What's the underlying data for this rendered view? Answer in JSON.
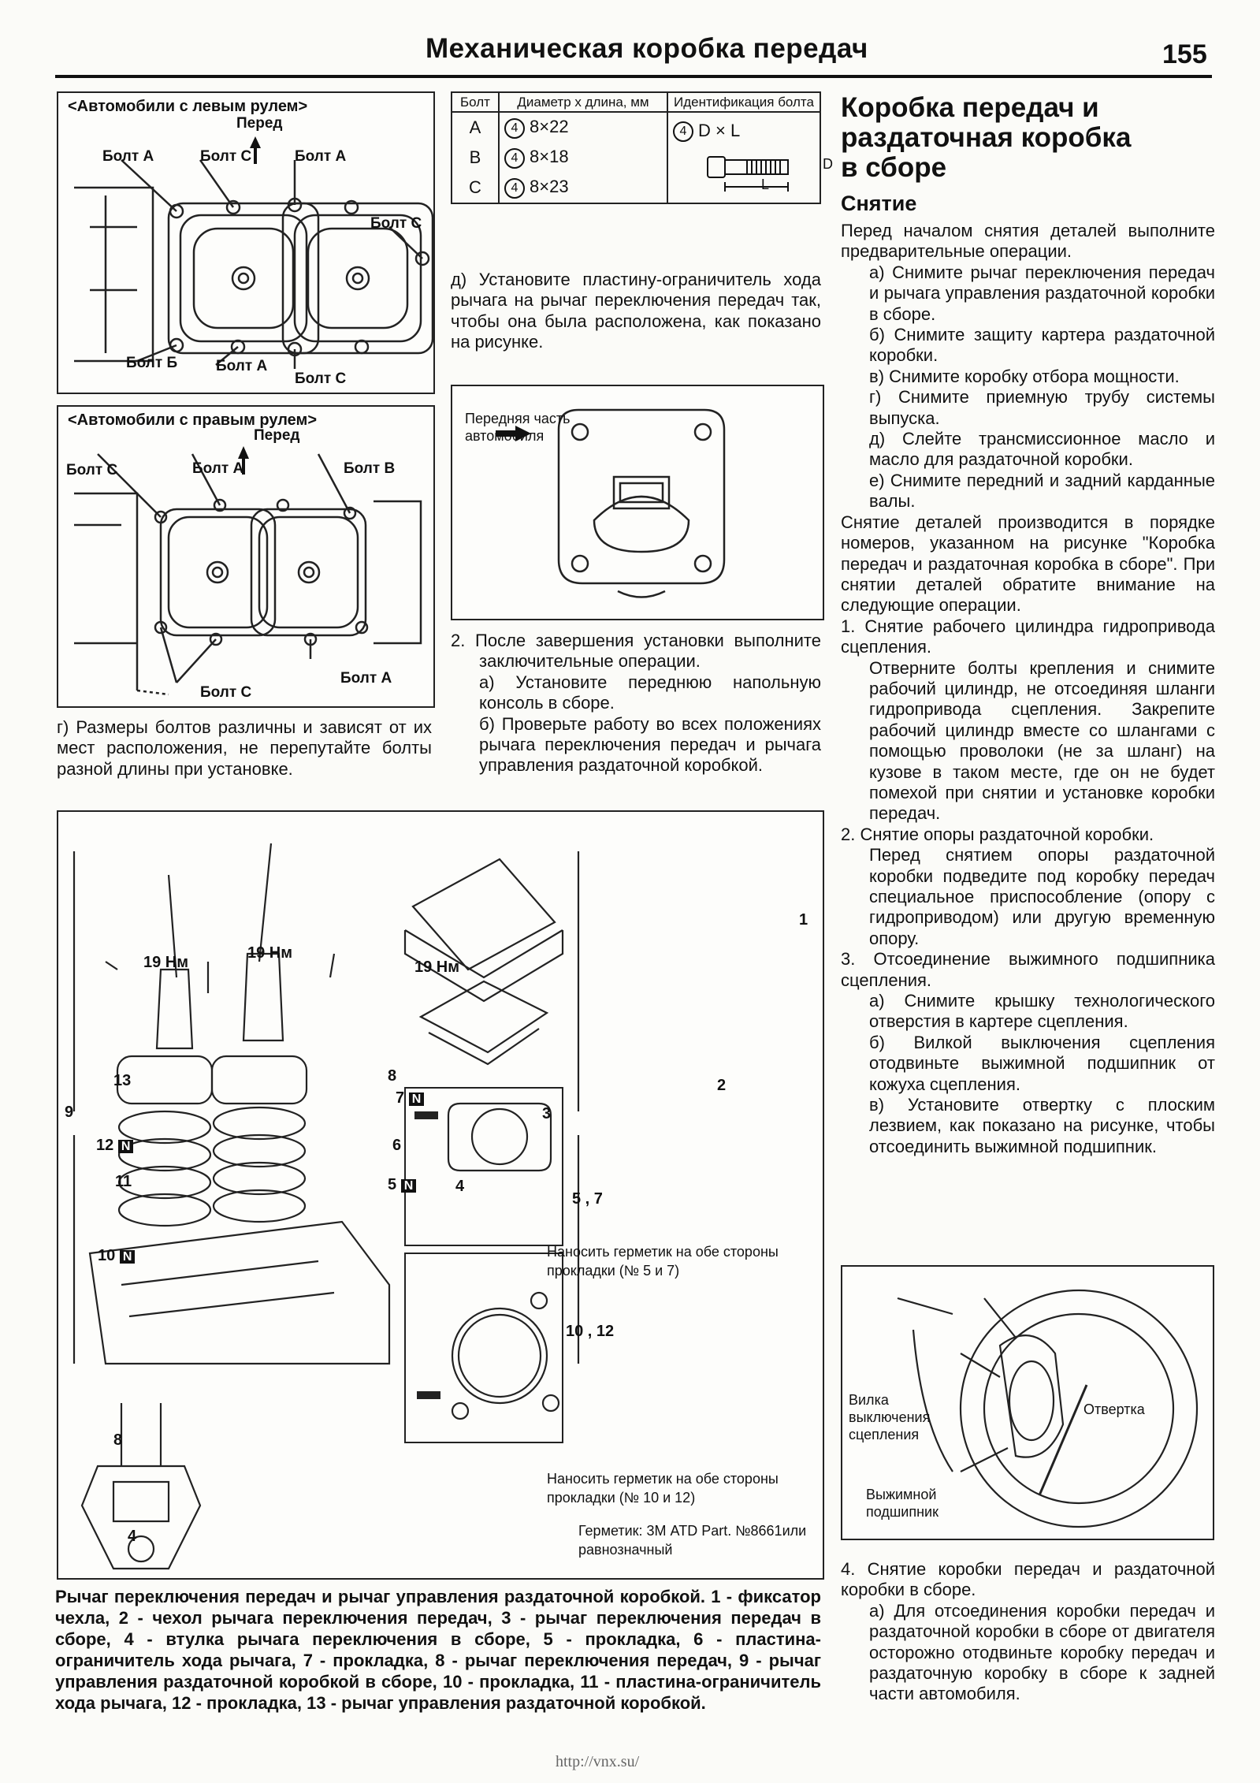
{
  "header": {
    "title": "Механическая коробка передач",
    "page_number": "155"
  },
  "fig_left_drive": {
    "title": "<Автомобили с левым рулем>",
    "front": "Перед",
    "labels": {
      "bolt_a1": "Болт А",
      "bolt_c1": "Болт С",
      "bolt_a2": "Болт А",
      "bolt_c2": "Болт С",
      "bolt_b": "Болт Б",
      "bolt_a3": "Болт А",
      "bolt_c3": "Болт С"
    }
  },
  "fig_right_drive": {
    "title": "<Автомобили с правым рулем>",
    "front": "Перед",
    "labels": {
      "bolt_c1": "Болт С",
      "bolt_a1": "Болт А",
      "bolt_b": "Болт В",
      "bolt_c2": "Болт С",
      "bolt_a2": "Болт А"
    }
  },
  "col1_text": "г) Размеры болтов различны и зависят от их мест расположения, не перепутайте болты разной длины при установке.",
  "bolt_table": {
    "headers": [
      "Болт",
      "Диаметр х длина, мм",
      "Идентификация болта"
    ],
    "rows": [
      {
        "bolt": "A",
        "num": "4",
        "size": "8×22"
      },
      {
        "bolt": "B",
        "num": "4",
        "size": "8×18"
      },
      {
        "bolt": "C",
        "num": "4",
        "size": "8×23"
      }
    ],
    "ident_num": "4",
    "ident_text": "D × L",
    "ident_d": "D",
    "ident_l": "L"
  },
  "col2_text_d": "д) Установите пластину-ограничитель хода рычага на рычаг переключения передач так, чтобы она была расположена, как показано на рисунке.",
  "fig_plate": {
    "label": "Передняя часть автомобиля"
  },
  "col2_after": {
    "p1": "2. После завершения установки выполните заключительные операции.",
    "p2": "а) Установите переднюю напольную консоль в сборе.",
    "p3": "б) Проверьте работу во всех положениях рычага переключения передач и рычага управления раздаточной коробкой."
  },
  "exploded": {
    "torque1": "19 Нм",
    "torque2": "19 Нм",
    "torque3": "19 Нм",
    "n9": "9",
    "n13": "13",
    "n12": "12",
    "n11": "11",
    "n10": "10",
    "n8": "8",
    "n7": "7",
    "n6": "6",
    "n5": "5",
    "n4": "4",
    "n3": "3",
    "n1": "1",
    "n2": "2",
    "badge": "N",
    "n57": "5 , 7",
    "n1012": "10 , 12",
    "n8b": "8",
    "n4b": "4",
    "sealant1": "Наносить герметик на обе стороны прокладки (№ 5 и 7)",
    "sealant2": "Наносить герметик на обе стороны прокладки (№ 10 и 12)",
    "sealant_spec": "Герметик: 3М ATD Part. №8661или равнозначный"
  },
  "caption": {
    "title": "Рычаг переключения передач и рычаг управления раздаточной коробкой.",
    "body": "1 - фиксатор чехла, 2 - чехол рычага переключения передач, 3 - рычаг переключения передач в сборе, 4 - втулка рычага переключения в сборе, 5 - прокладка, 6 - пластина-ограничитель хода рычага, 7 - прокладка, 8 - рычаг переключения передач, 9 - рычаг управления раздаточной коробкой в сборе, 10 - прокладка, 11 - пластина-ограничитель хода рычага, 12 - прокладка, 13 - рычаг управления раздаточной коробкой."
  },
  "right_col": {
    "heading": "Коробка передач и раздаточная коробка в сборе",
    "subheading": "Снятие",
    "intro": "Перед началом снятия деталей выполните предварительные операции.",
    "steps": [
      "а) Снимите рычаг переключения передач и рычага управления раздаточной коробки в сборе.",
      "б) Снимите защиту картера раздаточной коробки.",
      "в) Снимите коробку отбора мощности.",
      "г) Снимите приемную трубу системы выпуска.",
      "д) Слейте трансмиссионное масло и масло для раздаточной коробки.",
      "е) Снимите передний и задний карданные валы."
    ],
    "order": "Снятие деталей производится в порядке номеров, указанном на рисунке \"Коробка передач и раздаточная коробка в сборе\". При снятии деталей обратите внимание на следующие операции.",
    "s1": "1. Снятие рабочего цилиндра гидропривода сцепления.",
    "s1_text": "Отверните болты крепления и снимите рабочий цилиндр, не отсоединяя шланги гидропривода сцепления. Закрепите рабочий цилиндр вместе со шлангами с помощью проволоки (не за шланг) на кузове в таком месте, где он не будет помехой при снятии и установке коробки передач.",
    "s2": "2. Снятие опоры раздаточной коробки.",
    "s2_text": "Перед снятием опоры раздаточной коробки подведите под коробку передач специальное приспособление (опору с гидроприводом) или другую временную опору.",
    "s3": "3. Отсоединение выжимного подшипника сцепления.",
    "s3a": "а) Снимите крышку технологического отверстия в картере сцепления.",
    "s3b": "б) Вилкой выключения сцепления отодвиньте выжимной подшипник от кожуха сцепления.",
    "s3c": "в) Установите отвертку с плоским лезвием, как показано на рисунке, чтобы отсоединить выжимной подшипник.",
    "fig_fork": "Вилка выключения сцепления",
    "fig_screwdriver": "Отвертка",
    "fig_bearing": "Выжимной подшипник",
    "s4": "4. Снятие коробки передач и раздаточной коробки в сборе.",
    "s4a": "а) Для отсоединения коробки передач и раздаточной коробки в сборе от двигателя осторожно отодвиньте коробку передач и раздаточную коробку в сборе к задней части автомобиля."
  },
  "footer": "http://vnx.su/"
}
